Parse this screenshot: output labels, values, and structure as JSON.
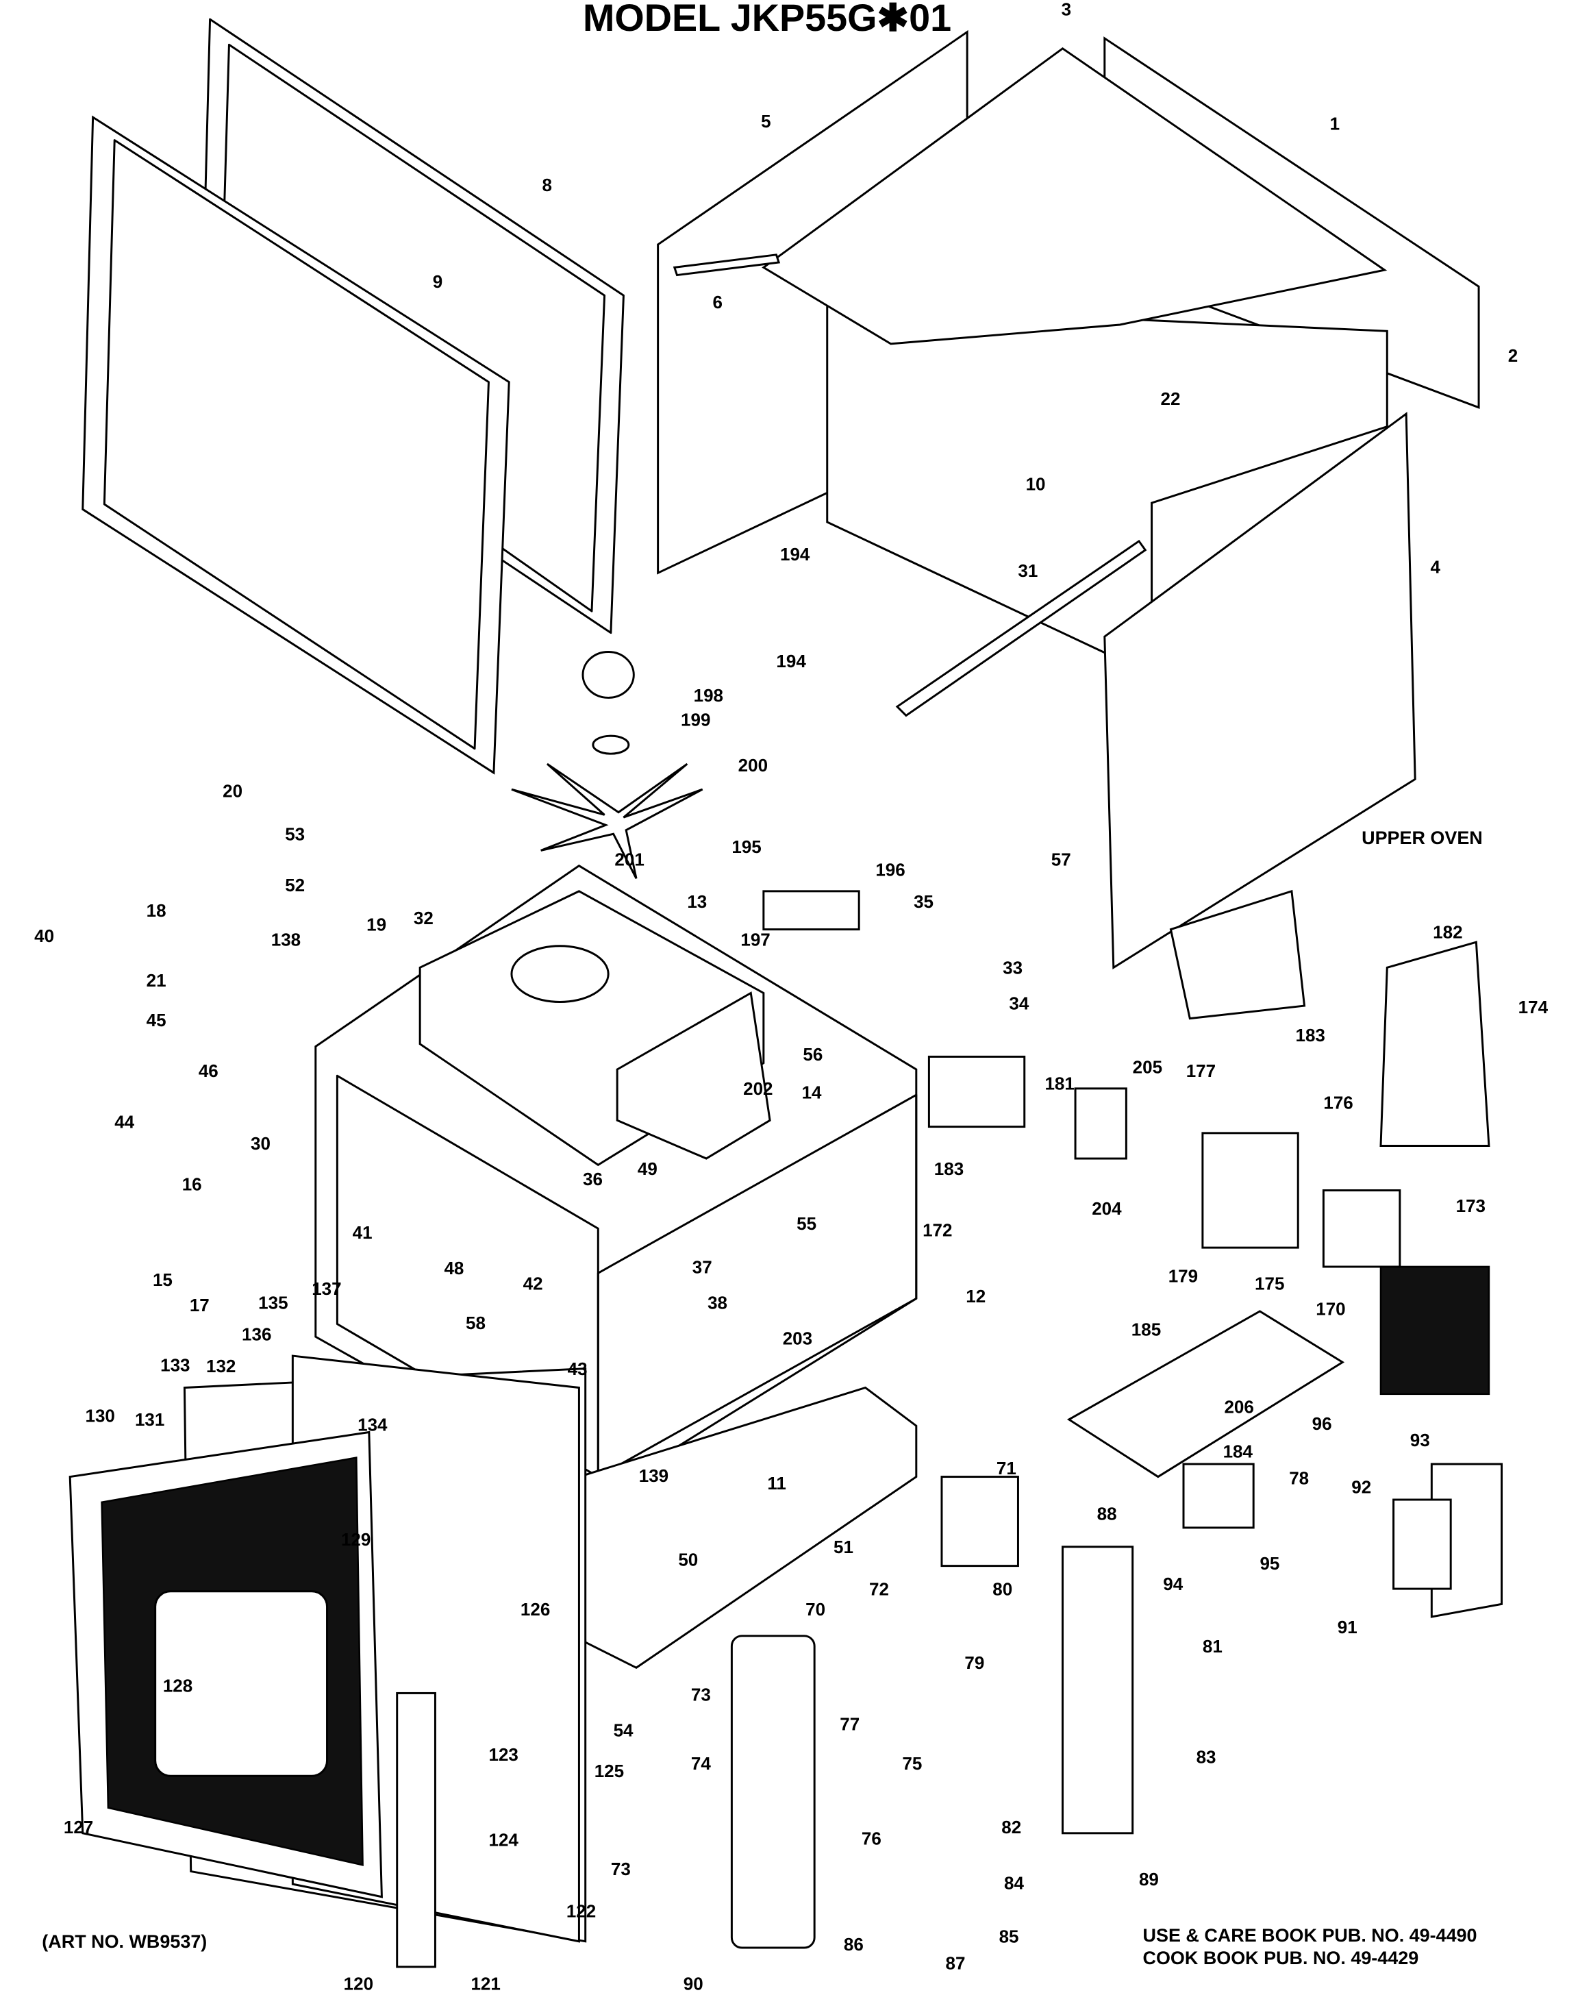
{
  "title": "MODEL JKP55G✱01",
  "section_label": "UPPER OVEN",
  "art_number": "(ART NO. WB9537)",
  "publications": [
    "USE & CARE BOOK PUB. NO. 49-4490",
    "COOK BOOK PUB. NO. 49-4429"
  ],
  "parts": [
    "3",
    "5",
    "1",
    "8",
    "9",
    "6",
    "2",
    "22",
    "10",
    "194",
    "4",
    "31",
    "194",
    "198",
    "199",
    "200",
    "20",
    "53",
    "57",
    "195",
    "196",
    "201",
    "52",
    "32",
    "18",
    "13",
    "35",
    "19",
    "40",
    "138",
    "182",
    "197",
    "33",
    "21",
    "174",
    "34",
    "45",
    "183",
    "46",
    "56",
    "205",
    "177",
    "14",
    "202",
    "181",
    "176",
    "44",
    "30",
    "183",
    "36",
    "49",
    "173",
    "204",
    "16",
    "41",
    "55",
    "172",
    "48",
    "179",
    "175",
    "15",
    "42",
    "37",
    "17",
    "38",
    "12",
    "137",
    "135",
    "58",
    "185",
    "170",
    "203",
    "43",
    "136",
    "133",
    "132",
    "131",
    "130",
    "134",
    "206",
    "96",
    "93",
    "184",
    "139",
    "11",
    "71",
    "88",
    "78",
    "92",
    "129",
    "50",
    "51",
    "72",
    "95",
    "94",
    "91",
    "80",
    "70",
    "126",
    "79",
    "81",
    "128",
    "73",
    "54",
    "77",
    "123",
    "75",
    "74",
    "125",
    "83",
    "127",
    "124",
    "76",
    "82",
    "73",
    "122",
    "84",
    "89",
    "86",
    "85",
    "120",
    "121",
    "87",
    "90"
  ]
}
